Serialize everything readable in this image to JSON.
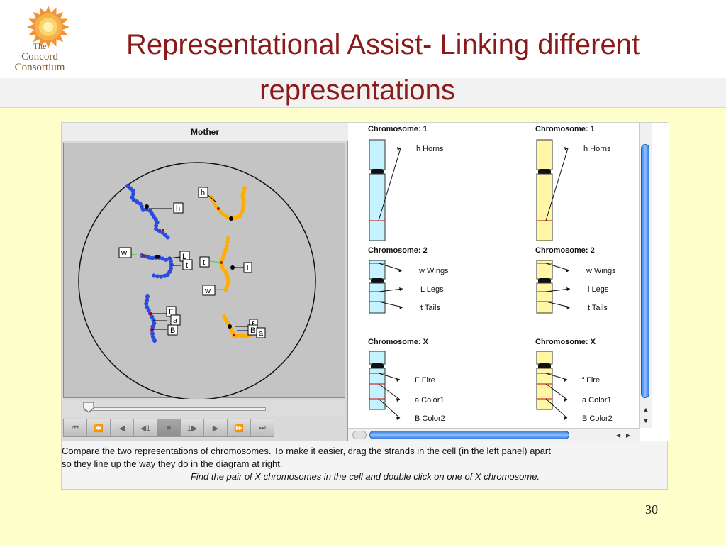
{
  "slide": {
    "title_line1": "Representational Assist- Linking different",
    "title_line2": "representations",
    "page_number": "30"
  },
  "logo": {
    "line1": "The",
    "line2": "Concord",
    "line3": "Consortium"
  },
  "colors": {
    "title": "#8b1a1a",
    "slide_background": "#ffffcc",
    "strand_blue": "#2a4cdc",
    "strand_orange": "#ffae00",
    "chromosome_blue": "#c4f2ff",
    "chromosome_yellow": "#fff7a6",
    "band_red": "#d00000",
    "scrollbar": "#3a7fe6"
  },
  "left_panel": {
    "title": "Mother",
    "slider_value": 0,
    "controls": [
      {
        "name": "rewind-to-start-button",
        "icon": "skip-back-icon",
        "glyph": "⏮"
      },
      {
        "name": "fast-rewind-button",
        "icon": "fast-rewind-icon",
        "glyph": "⏪"
      },
      {
        "name": "step-back-button",
        "icon": "play-back-icon",
        "glyph": "◀"
      },
      {
        "name": "back-one-button",
        "icon": "back-one-icon",
        "glyph": "◀1"
      },
      {
        "name": "stop-button",
        "icon": "stop-icon",
        "glyph": "■"
      },
      {
        "name": "forward-one-button",
        "icon": "forward-one-icon",
        "glyph": "1▶"
      },
      {
        "name": "play-button",
        "icon": "play-icon",
        "glyph": "▶"
      },
      {
        "name": "fast-forward-button",
        "icon": "fast-forward-icon",
        "glyph": "⏩"
      },
      {
        "name": "skip-to-end-button",
        "icon": "skip-forward-icon",
        "glyph": "⏭"
      }
    ],
    "cell_labels": [
      "h",
      "h",
      "w",
      "L",
      "t",
      "t",
      "l",
      "w",
      "F",
      "a",
      "B",
      "f",
      "B",
      "a"
    ]
  },
  "right_panel": {
    "chromosome_pairs": [
      {
        "title": "Chromosome: 1",
        "genes": [
          {
            "left": "h  Horns",
            "right": "h  Horns"
          }
        ]
      },
      {
        "title": "Chromosome: 2",
        "genes": [
          {
            "left": "w  Wings",
            "right": "w  Wings"
          },
          {
            "left": "L  Legs",
            "right": "l  Legs"
          },
          {
            "left": "t  Tails",
            "right": "t  Tails"
          }
        ]
      },
      {
        "title": "Chromosome: X",
        "genes": [
          {
            "left": "F  Fire",
            "right": "f  Fire"
          },
          {
            "left": "a  Color1",
            "right": "a  Color1"
          },
          {
            "left": "B  Color2",
            "right": "B  Color2"
          }
        ]
      }
    ]
  },
  "instructions": {
    "line1": "Compare the two representations of chromosomes. To  make it easier, drag the strands in the cell (in the left panel)  apart",
    "line2": "so they line up the way they do in the diagram at right.",
    "line3": "Find the pair of X chromosomes in the cell and double click on one of X chromosome."
  }
}
